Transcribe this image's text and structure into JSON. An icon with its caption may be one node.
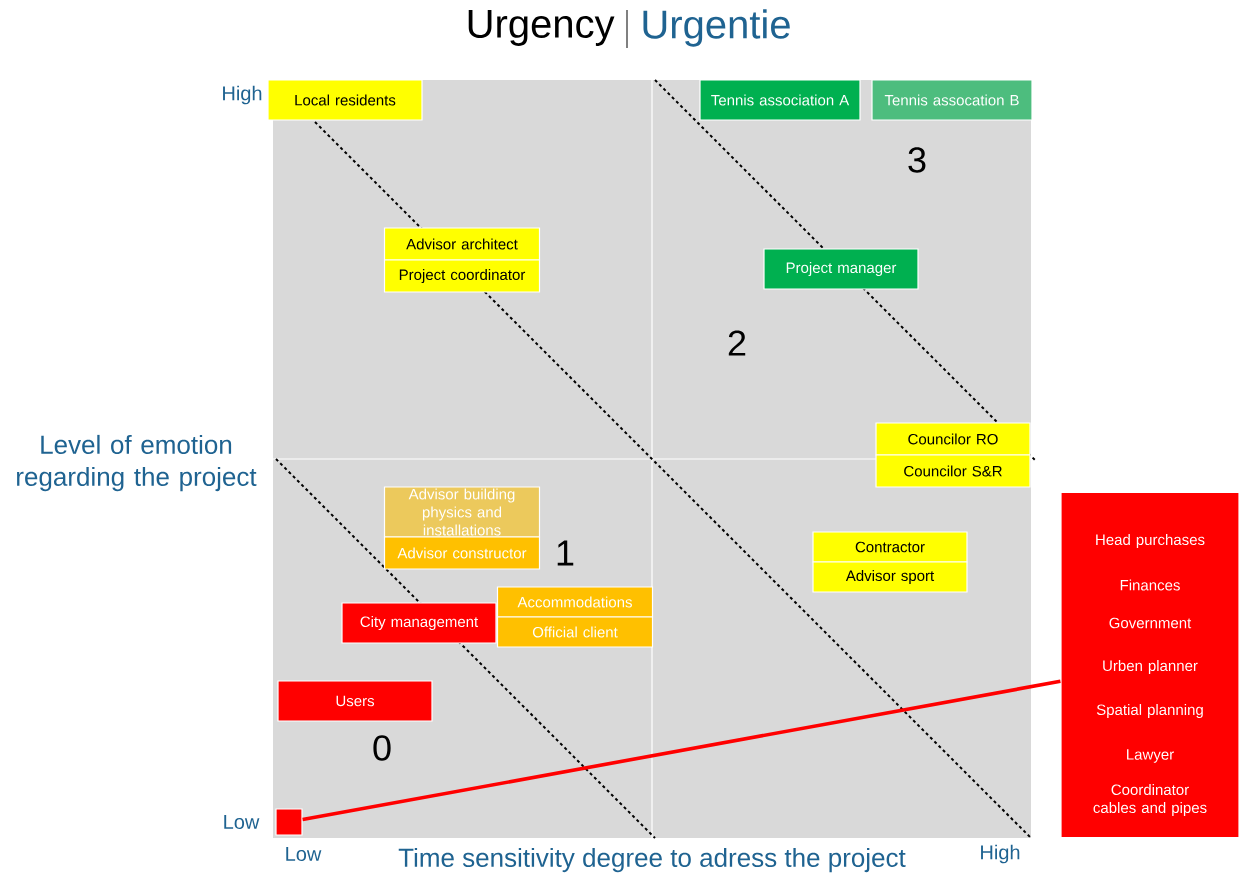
{
  "diagram": {
    "title": "Urgency",
    "nodes": [
      {
        "text": [
          "Local residents"
        ]
      },
      {
        "text": [
          "Tennis association A"
        ]
      },
      {
        "text": [
          "Tennis assocation B"
        ]
      },
      {
        "text": [
          "Advisor architect"
        ]
      },
      {
        "text": [
          "Project coordinator"
        ]
      },
      {
        "text": [
          "Project manager"
        ]
      },
      {
        "text": [
          "Councilor RO"
        ]
      },
      {
        "text": [
          "Councilor S&R"
        ]
      },
      {
        "text": [
          "Advisor building physics and installations"
        ]
      },
      {
        "text": [
          "Advisor constructor"
        ]
      },
      {
        "text": [
          "Contractor"
        ]
      },
      {
        "text": [
          "Advisor sport"
        ]
      },
      {
        "text": [
          "City management"
        ]
      },
      {
        "text": [
          "Accommodations"
        ]
      },
      {
        "text": [
          "Official client"
        ]
      },
      {
        "text": [
          "Users"
        ]
      },
      {
        "text": [],
        "shape": "box"
      },
      {
        "text": [
          "Head purchases",
          "Finances",
          "Government",
          "Urben planner",
          "Spatial planning",
          "Lawyer",
          "Coordinator cables and pipes"
        ]
      }
    ],
    "edges": [
      {
        "from": 16,
        "to": 17,
        "arrow": "none",
        "color": "#ff0000"
      }
    ],
    "labels": [
      "Urgentie",
      "High",
      "3",
      "2",
      "Level of emotion regarding the project",
      "1",
      "0",
      "Low",
      "Low",
      "Time sensitivity degree to adress the project",
      "High"
    ]
  }
}
